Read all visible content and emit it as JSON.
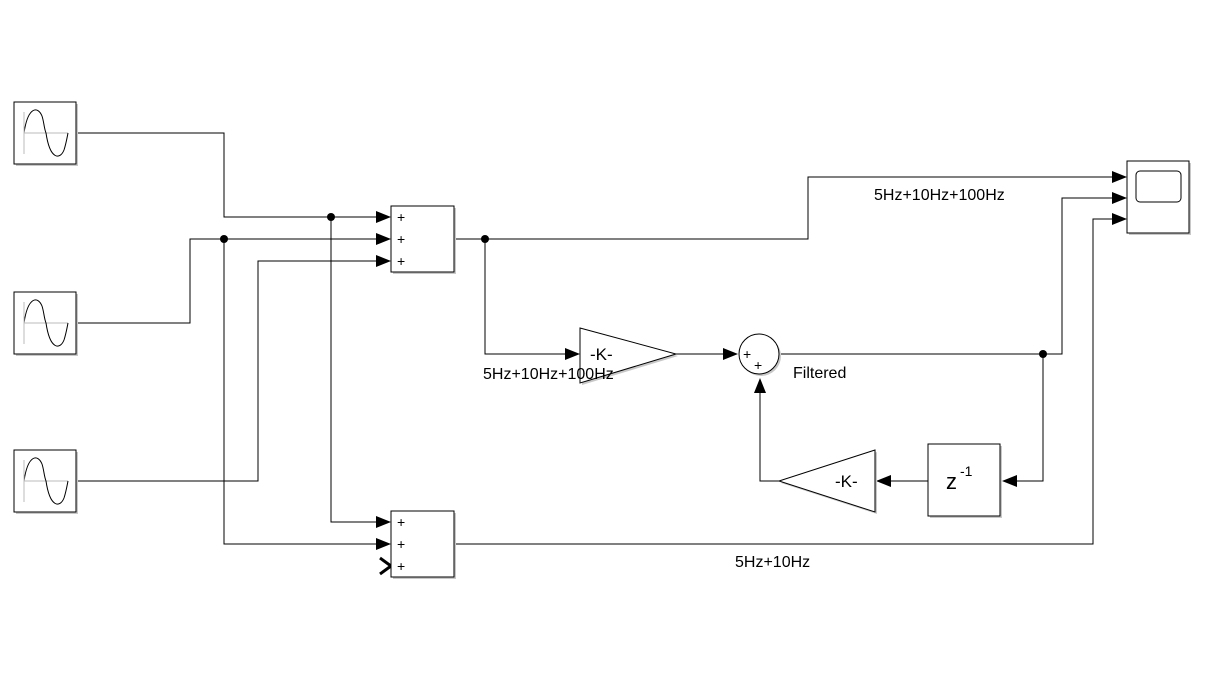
{
  "blocks": {
    "sum_top": {
      "signs": [
        "+",
        "+",
        "+"
      ]
    },
    "sum_bottom": {
      "signs": [
        "+",
        "+",
        "+"
      ]
    },
    "sum_small": {
      "signs": [
        "+",
        "+"
      ]
    },
    "gain_forward": {
      "label": "-K-"
    },
    "gain_feedback": {
      "label": "-K-"
    },
    "unit_delay": {
      "base": "z",
      "exponent": "-1"
    }
  },
  "signals": {
    "sum_all": "5Hz+10Hz+100Hz",
    "gain_input": "5Hz+10Hz+100Hz",
    "filtered": "Filtered",
    "sum_low": "5Hz+10Hz"
  },
  "icons": [
    "sine-wave-icon",
    "scope-screen-icon"
  ]
}
